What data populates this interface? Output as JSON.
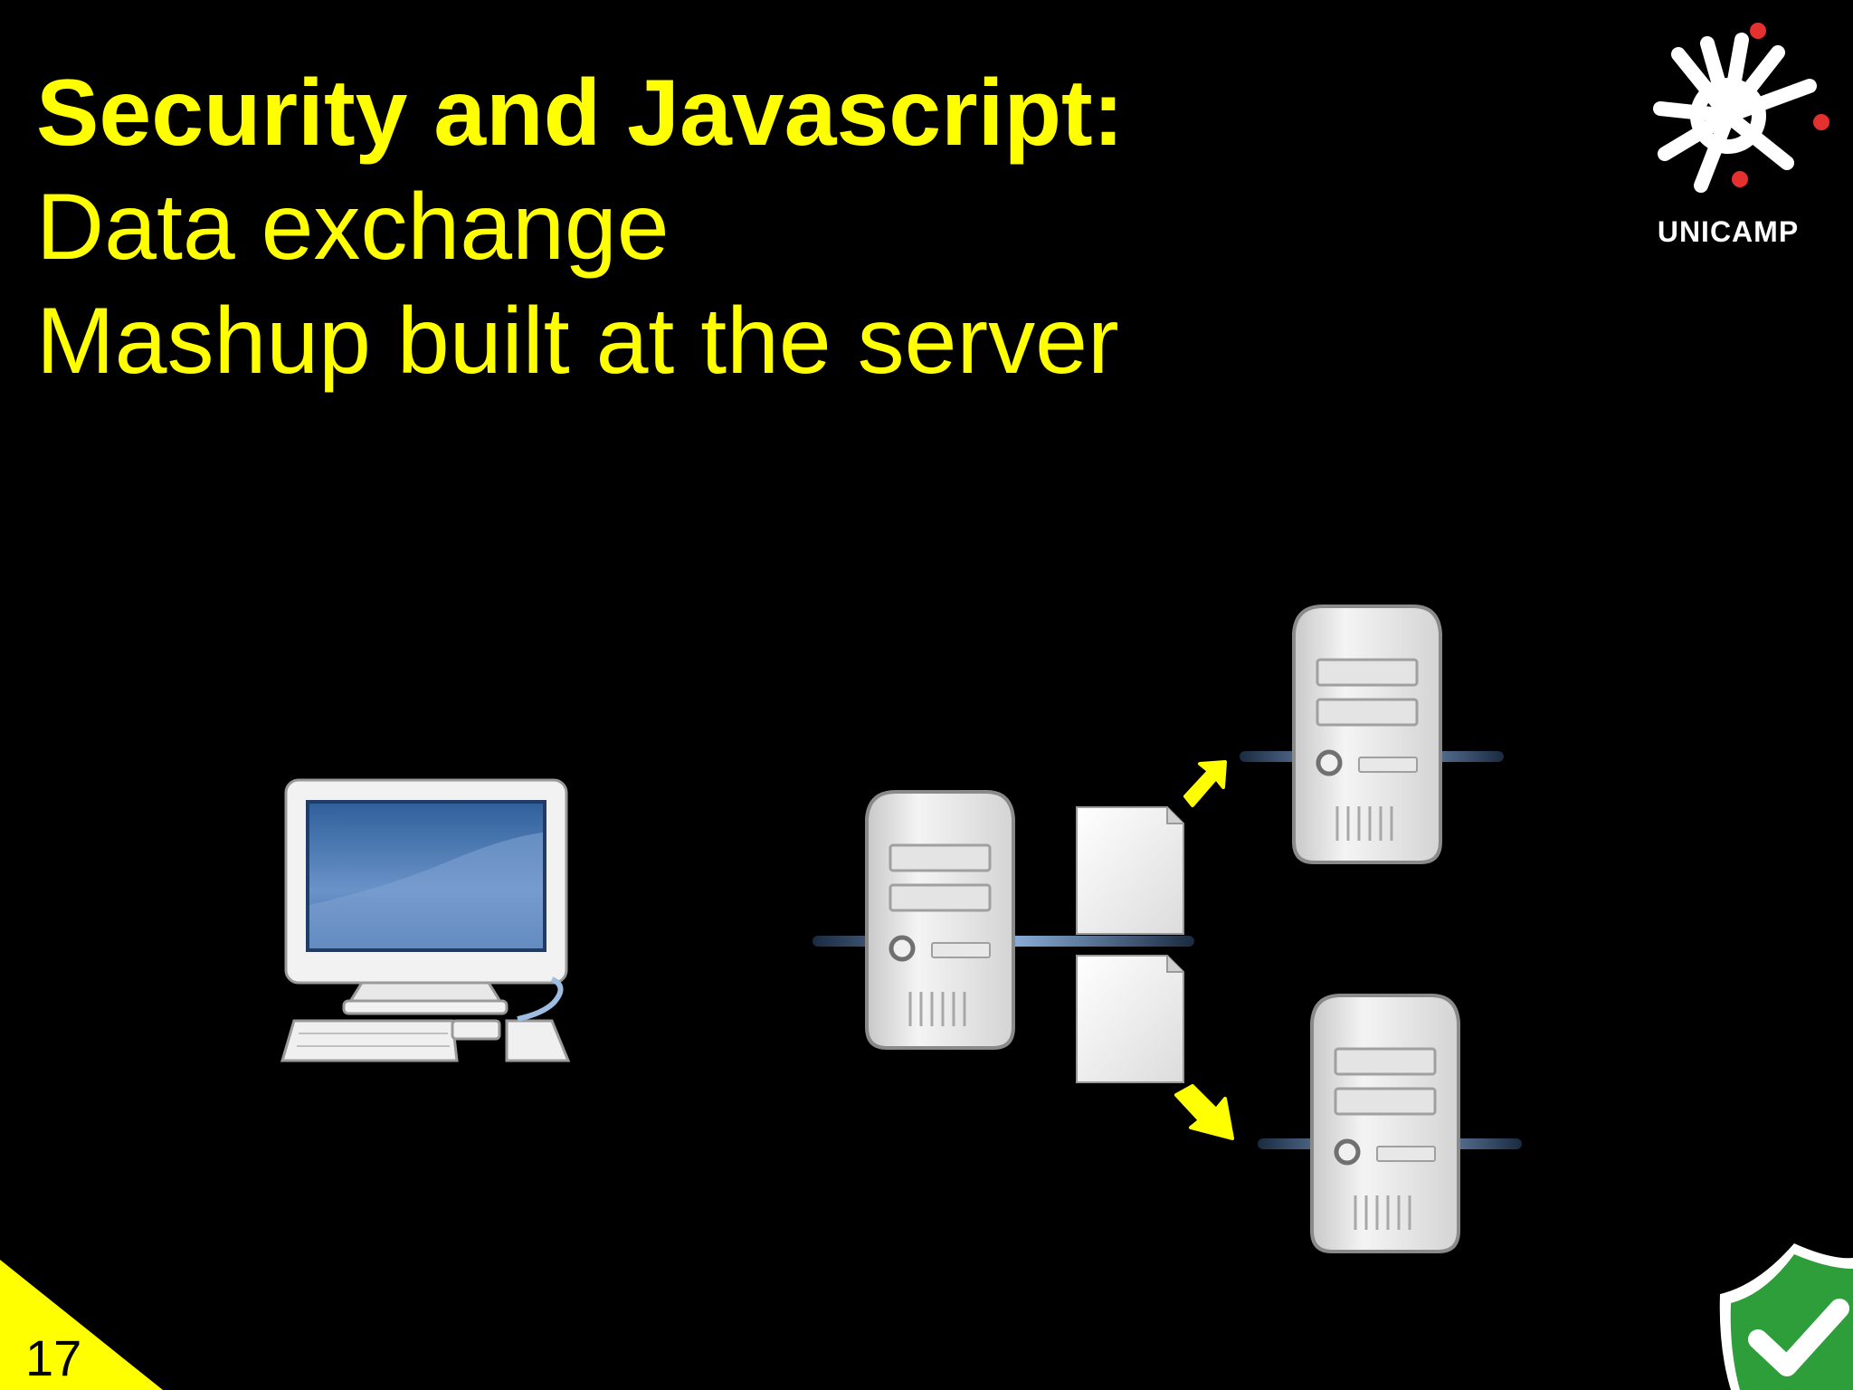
{
  "slide": {
    "title_bold": "Security and Javascript:",
    "title_line2": "Data exchange",
    "title_line3": "Mashup built at the server",
    "page_number": "17"
  },
  "logo": {
    "text": "UNICAMP",
    "icon": "unicamp-logo-icon"
  },
  "colors": {
    "background": "#000000",
    "accent": "#ffff00",
    "logo_dot": "#e53030",
    "shield": "#2e9e3a"
  },
  "diagram": {
    "icons": [
      "desktop-computer-icon",
      "server-icon",
      "document-icon",
      "arrow-icon",
      "shield-check-icon"
    ]
  }
}
